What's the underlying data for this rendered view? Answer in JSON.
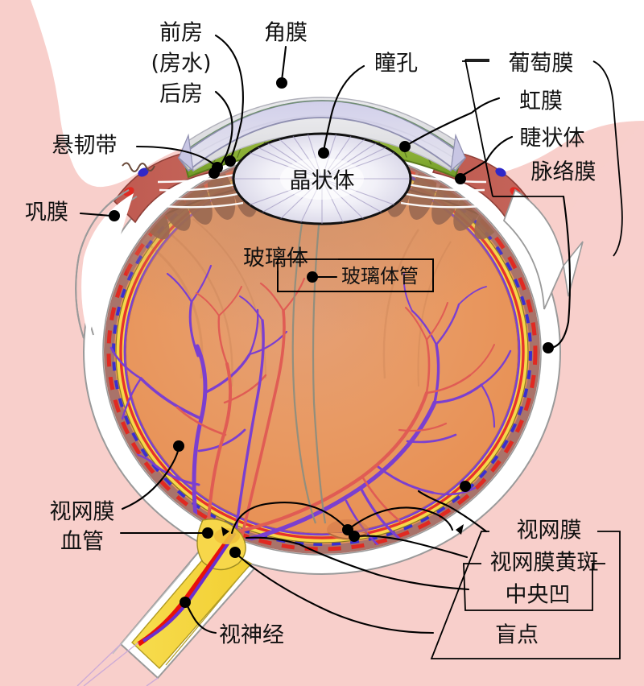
{
  "diagram": {
    "title_visible": false,
    "subject": "human-eye-cross-section",
    "language": "zh-CN"
  },
  "labels": {
    "anterior_chamber_l1": "前房",
    "anterior_chamber_l2": "(房水)",
    "anterior_chamber_l3": "后房",
    "cornea": "角膜",
    "pupil": "瞳孔",
    "uvea": "葡萄膜",
    "iris": "虹膜",
    "ciliary_body": "睫状体",
    "choroid": "脉络膜",
    "zonule": "悬韧带",
    "sclera": "巩膜",
    "lens": "晶状体",
    "vitreous_body": "玻璃体",
    "hyaloid_canal": "玻璃体管",
    "retinal_vessels_l1": "视网膜",
    "retinal_vessels_l2": "血管",
    "optic_nerve": "视神经",
    "retina": "视网膜",
    "macula": "视网膜黄斑",
    "fovea": "中央凹",
    "blind_spot": "盲点"
  },
  "colors": {
    "background_pink": "#f8cfcb",
    "background_white": "#ffffff",
    "sclera_white": "#ffffff",
    "sclera_outline": "#9a9a9a",
    "choroid_brown": "#a9736a",
    "retina_yellow": "#f7d74a",
    "vitreous_orange": "#e8945c",
    "iris_green": "#8cb23c",
    "cornea_lavender": "#cdcbe8",
    "ciliary_red": "#c0584f",
    "ciliary_process_brown": "#9c6a52",
    "artery_red": "#e8322a",
    "vein_purple": "#7b3fd0",
    "optic_nerve_yellow": "#f6d63f",
    "lens_white": "#f4f3fa",
    "leader_black": "#000000",
    "hyaloid_grey": "#8e8e7e"
  },
  "structures": [
    {
      "name": "cornea",
      "kind": "dome",
      "tone": "translucent-lavender"
    },
    {
      "name": "anterior-chamber",
      "kind": "wedge",
      "tone": "grey-white"
    },
    {
      "name": "iris",
      "kind": "radial-band",
      "tone": "green"
    },
    {
      "name": "pupil",
      "kind": "aperture",
      "tone": "dark"
    },
    {
      "name": "lens",
      "kind": "biconvex",
      "tone": "white-fibrous"
    },
    {
      "name": "ciliary-body",
      "kind": "ring",
      "tone": "red"
    },
    {
      "name": "zonule-fibers",
      "kind": "strands",
      "tone": "white"
    },
    {
      "name": "ciliary-processes",
      "kind": "scalloped",
      "tone": "brown"
    },
    {
      "name": "vitreous-body",
      "kind": "globe-fill",
      "tone": "orange"
    },
    {
      "name": "hyaloid-canal",
      "kind": "channel",
      "tone": "grey"
    },
    {
      "name": "retina",
      "kind": "layer",
      "tone": "yellow"
    },
    {
      "name": "choroid",
      "kind": "layer",
      "tone": "brown-dashed"
    },
    {
      "name": "sclera",
      "kind": "layer",
      "tone": "white"
    },
    {
      "name": "retinal-vessels",
      "kind": "branching-tree",
      "tone": "red-purple"
    },
    {
      "name": "optic-nerve",
      "kind": "stalk",
      "tone": "yellow"
    },
    {
      "name": "fovea",
      "kind": "depression",
      "tone": "orange-shadow"
    },
    {
      "name": "blind-spot",
      "kind": "disc",
      "tone": "orange"
    }
  ]
}
